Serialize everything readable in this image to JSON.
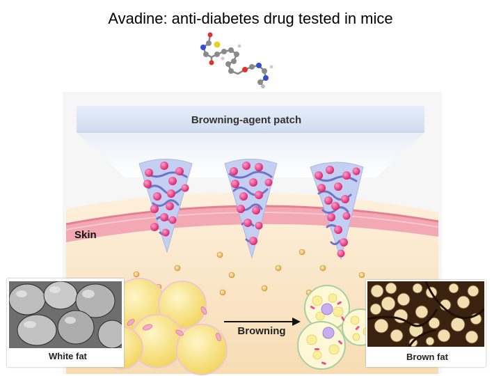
{
  "slide": {
    "title": "Avadine: anti-diabetes drug tested in mice"
  },
  "diagram": {
    "patch_label": "Browning-agent patch",
    "skin_label": "Skin",
    "browning_label": "Browning",
    "white_fat_label": "White fat",
    "brown_fat_label": "Brown fat"
  },
  "colors": {
    "patch": "#dce6f4",
    "needle": "#b9c6ee",
    "particle": "#e8307e",
    "skin": "#f3a9b4",
    "tissue": "#fbe5c4",
    "white_fat": "#f6e27a",
    "brown_fat_photo": "#3a2210"
  },
  "icons": {
    "molecule": "ball-and-stick-molecule-icon",
    "arrow": "right-arrow-icon"
  }
}
